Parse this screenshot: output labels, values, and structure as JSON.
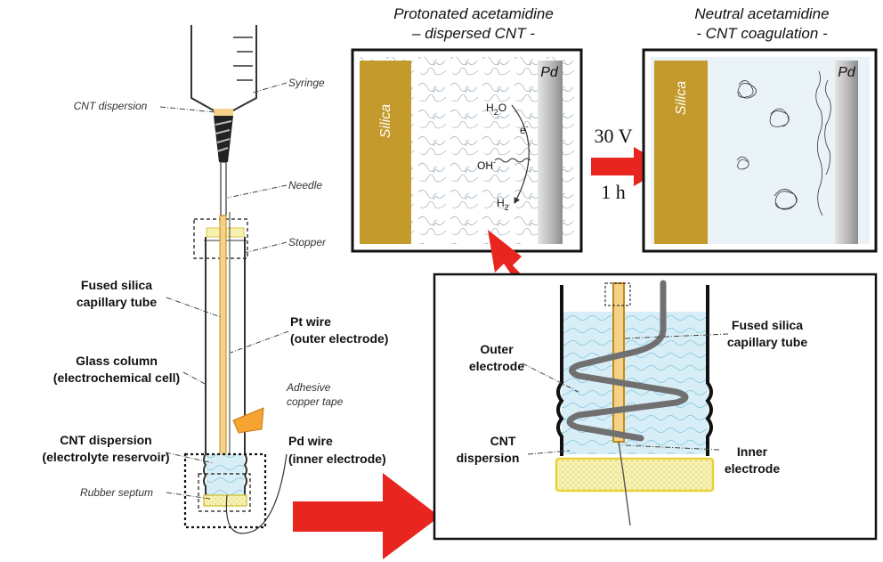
{
  "headers": {
    "left_line1": "Protonated acetamidine",
    "left_line2": "– dispersed CNT -",
    "right_line1": "Neutral acetamidine",
    "right_line2": "- CNT coagulation -"
  },
  "panel_left": {
    "silica": "Silica",
    "pd": "Pd",
    "h2o": "H",
    "h2o_sub": "2",
    "h2o_tail": "O",
    "electron": "e",
    "electron_sup": "-",
    "oh": "OH",
    "oh_sup": "-",
    "h2": "H",
    "h2_sub": "2"
  },
  "panel_right": {
    "silica": "Silica",
    "pd": "Pd"
  },
  "conditions": {
    "voltage": "30 V",
    "time": "1 h"
  },
  "left_labels": {
    "cnt_dispersion": "CNT dispersion",
    "syringe": "Syringe",
    "needle": "Needle",
    "stopper": "Stopper",
    "fused_silica_1": "Fused silica",
    "fused_silica_2": "capillary tube",
    "pt_wire_1": "Pt wire",
    "pt_wire_2": "(outer electrode)",
    "glass_column_1": "Glass column",
    "glass_column_2": "(electrochemical cell)",
    "adhesive_1": "Adhesive",
    "adhesive_2": "copper tape",
    "cnt_disp_1": "CNT dispersion",
    "cnt_disp_2": "(electrolyte reservoir)",
    "pd_wire_1": "Pd wire",
    "pd_wire_2": "(inner electrode)",
    "rubber_septum": "Rubber septum"
  },
  "zoom_labels": {
    "outer_1": "Outer",
    "outer_2": "electrode",
    "fused_1": "Fused silica",
    "fused_2": "capillary tube",
    "cnt_1": "CNT",
    "cnt_2": "dispersion",
    "inner_1": "Inner",
    "inner_2": "electrode"
  },
  "colors": {
    "arrow": "#e8251e",
    "silica": "#c49a2c",
    "pd": "#9a9a9a",
    "liquid": "#d8eef6",
    "septum": "#f6ef9e",
    "copper": "#f0a030",
    "coil": "#707070"
  }
}
